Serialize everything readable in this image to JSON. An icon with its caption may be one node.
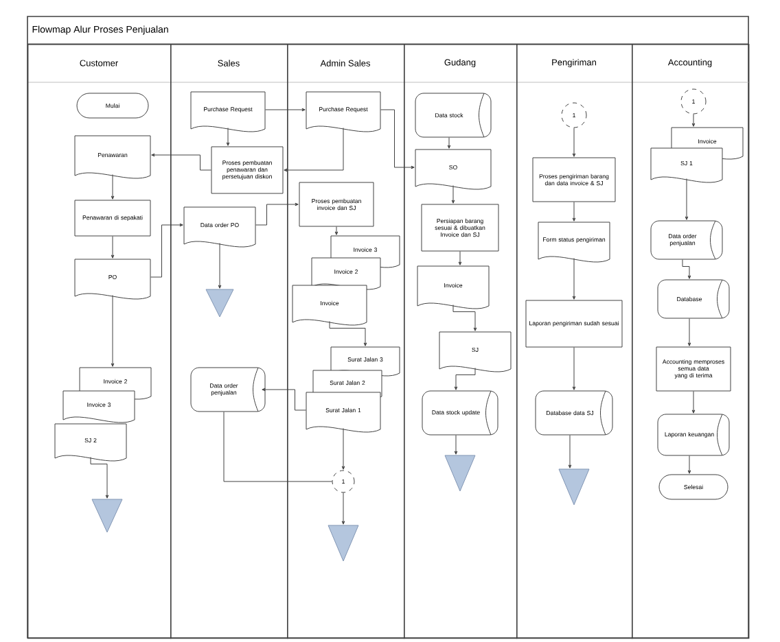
{
  "diagram": {
    "title": "Flowmap Alur Proses Penjualan",
    "nodes": [
      {
        "text": [
          "Customer"
        ]
      },
      {
        "text": [
          "Sales"
        ]
      },
      {
        "text": [
          "Admin Sales"
        ]
      },
      {
        "text": [
          "Gudang"
        ]
      },
      {
        "text": [
          "Pengiriman"
        ]
      },
      {
        "text": [
          "Accounting"
        ]
      },
      {
        "text": [
          "Mulai"
        ],
        "in": 0
      },
      {
        "text": [
          "Penawaran"
        ],
        "in": 0
      },
      {
        "text": [
          "Penawaran di sepakati"
        ],
        "in": 0
      },
      {
        "text": [
          "PO"
        ],
        "in": 0
      },
      {
        "text": [
          "Invoice 2"
        ],
        "in": 0
      },
      {
        "text": [
          "Invoice 3"
        ],
        "in": 0
      },
      {
        "text": [
          "SJ 2"
        ],
        "in": 0
      },
      {
        "text": [],
        "shape": "triangle",
        "in": 0
      },
      {
        "text": [
          "Purchase Request"
        ],
        "in": 1
      },
      {
        "text": [
          "Proses pembuatan penawaran dan persetujuan diskon"
        ],
        "in": 1
      },
      {
        "text": [
          "Data order PO"
        ],
        "in": 1
      },
      {
        "text": [],
        "shape": "triangle",
        "in": 1
      },
      {
        "text": [
          "Data order penjualan"
        ],
        "in": 1
      },
      {
        "text": [
          "Purchase Request"
        ],
        "in": 2
      },
      {
        "text": [
          "Proses pembuatan invoice dan SJ"
        ],
        "in": 2
      },
      {
        "text": [
          "Invoice 3"
        ],
        "in": 2
      },
      {
        "text": [
          "Invoice 2"
        ],
        "in": 2
      },
      {
        "text": [
          "Invoice"
        ],
        "in": 2
      },
      {
        "text": [
          "Surat Jalan 3"
        ],
        "in": 2
      },
      {
        "text": [
          "Surat Jalan 2"
        ],
        "in": 2
      },
      {
        "text": [
          "Surat Jalan 1"
        ],
        "in": 2
      },
      {
        "text": [
          "1"
        ],
        "in": 2
      },
      {
        "text": [],
        "shape": "triangle",
        "in": 2
      },
      {
        "text": [
          "Data stock"
        ],
        "in": 3
      },
      {
        "text": [
          "SO"
        ],
        "in": 3
      },
      {
        "text": [
          "Persiapan barang sesuai & dibuatkan Invoice dan SJ"
        ],
        "in": 3
      },
      {
        "text": [
          "Invoice"
        ],
        "in": 3
      },
      {
        "text": [
          "SJ"
        ],
        "in": 3
      },
      {
        "text": [
          "Data stock update"
        ],
        "in": 3
      },
      {
        "text": [],
        "shape": "triangle",
        "in": 3
      },
      {
        "text": [
          "1"
        ],
        "in": 4
      },
      {
        "text": [
          "Proses pengiriman barang dan data invoice & SJ"
        ],
        "in": 4
      },
      {
        "text": [
          "Form status pengiriman"
        ],
        "in": 4
      },
      {
        "text": [
          "Laporan pengiriman sudah sesuai"
        ],
        "in": 4
      },
      {
        "text": [
          "Database data SJ"
        ],
        "in": 4
      },
      {
        "text": [],
        "shape": "triangle",
        "in": 4
      },
      {
        "text": [
          "1"
        ],
        "in": 5
      },
      {
        "text": [
          "Invoice"
        ],
        "in": 5
      },
      {
        "text": [
          "SJ 1"
        ],
        "in": 5
      },
      {
        "text": [
          "Data order penjualan"
        ],
        "in": 5
      },
      {
        "text": [
          "Database"
        ],
        "in": 5
      },
      {
        "text": [
          "Accounting memproses semua data yang di terima"
        ],
        "in": 5
      },
      {
        "text": [
          "Laporan keuangan"
        ],
        "in": 5
      },
      {
        "text": [
          "Selesai"
        ],
        "in": 5
      }
    ],
    "edges": [
      {
        "from": 7,
        "to": 8,
        "arrow": "to"
      },
      {
        "from": 8,
        "to": 9,
        "arrow": "to"
      },
      {
        "from": 9,
        "to": 16,
        "arrow": "to"
      },
      {
        "from": 9,
        "to": 10,
        "arrow": "to"
      },
      {
        "from": 12,
        "to": 13,
        "arrow": "to"
      },
      {
        "from": 14,
        "to": 19,
        "arrow": "to"
      },
      {
        "from": 14,
        "to": 15,
        "arrow": "to"
      },
      {
        "from": 15,
        "to": 7,
        "arrow": "to"
      },
      {
        "from": 19,
        "to": 15,
        "arrow": "to"
      },
      {
        "from": 19,
        "to": 30,
        "arrow": "to"
      },
      {
        "from": 16,
        "to": 17,
        "arrow": "to"
      },
      {
        "from": 16,
        "to": 20,
        "arrow": "to"
      },
      {
        "from": 20,
        "to": 21,
        "arrow": "to"
      },
      {
        "from": 23,
        "to": 24,
        "arrow": "to"
      },
      {
        "from": 26,
        "to": 27,
        "arrow": "to"
      },
      {
        "from": 27,
        "to": 28,
        "arrow": "to"
      },
      {
        "from": 26,
        "to": 18,
        "arrow": "to"
      },
      {
        "from": 18,
        "to": 27,
        "arrow": "none"
      },
      {
        "from": 29,
        "to": 30,
        "arrow": "to"
      },
      {
        "from": 30,
        "to": 31,
        "arrow": "to"
      },
      {
        "from": 31,
        "to": 32,
        "arrow": "to"
      },
      {
        "from": 32,
        "to": 33,
        "arrow": "to"
      },
      {
        "from": 33,
        "to": 34,
        "arrow": "to"
      },
      {
        "from": 34,
        "to": 35,
        "arrow": "to"
      },
      {
        "from": 36,
        "to": 37,
        "arrow": "to"
      },
      {
        "from": 37,
        "to": 38,
        "arrow": "to"
      },
      {
        "from": 38,
        "to": 39,
        "arrow": "to"
      },
      {
        "from": 39,
        "to": 40,
        "arrow": "to"
      },
      {
        "from": 40,
        "to": 41,
        "arrow": "to"
      },
      {
        "from": 42,
        "to": 43,
        "arrow": "to"
      },
      {
        "from": 44,
        "to": 45,
        "arrow": "to"
      },
      {
        "from": 45,
        "to": 46,
        "arrow": "to"
      },
      {
        "from": 46,
        "to": 47,
        "arrow": "to"
      },
      {
        "from": 47,
        "to": 48,
        "arrow": "to"
      },
      {
        "from": 48,
        "to": 49,
        "arrow": "to"
      }
    ]
  }
}
